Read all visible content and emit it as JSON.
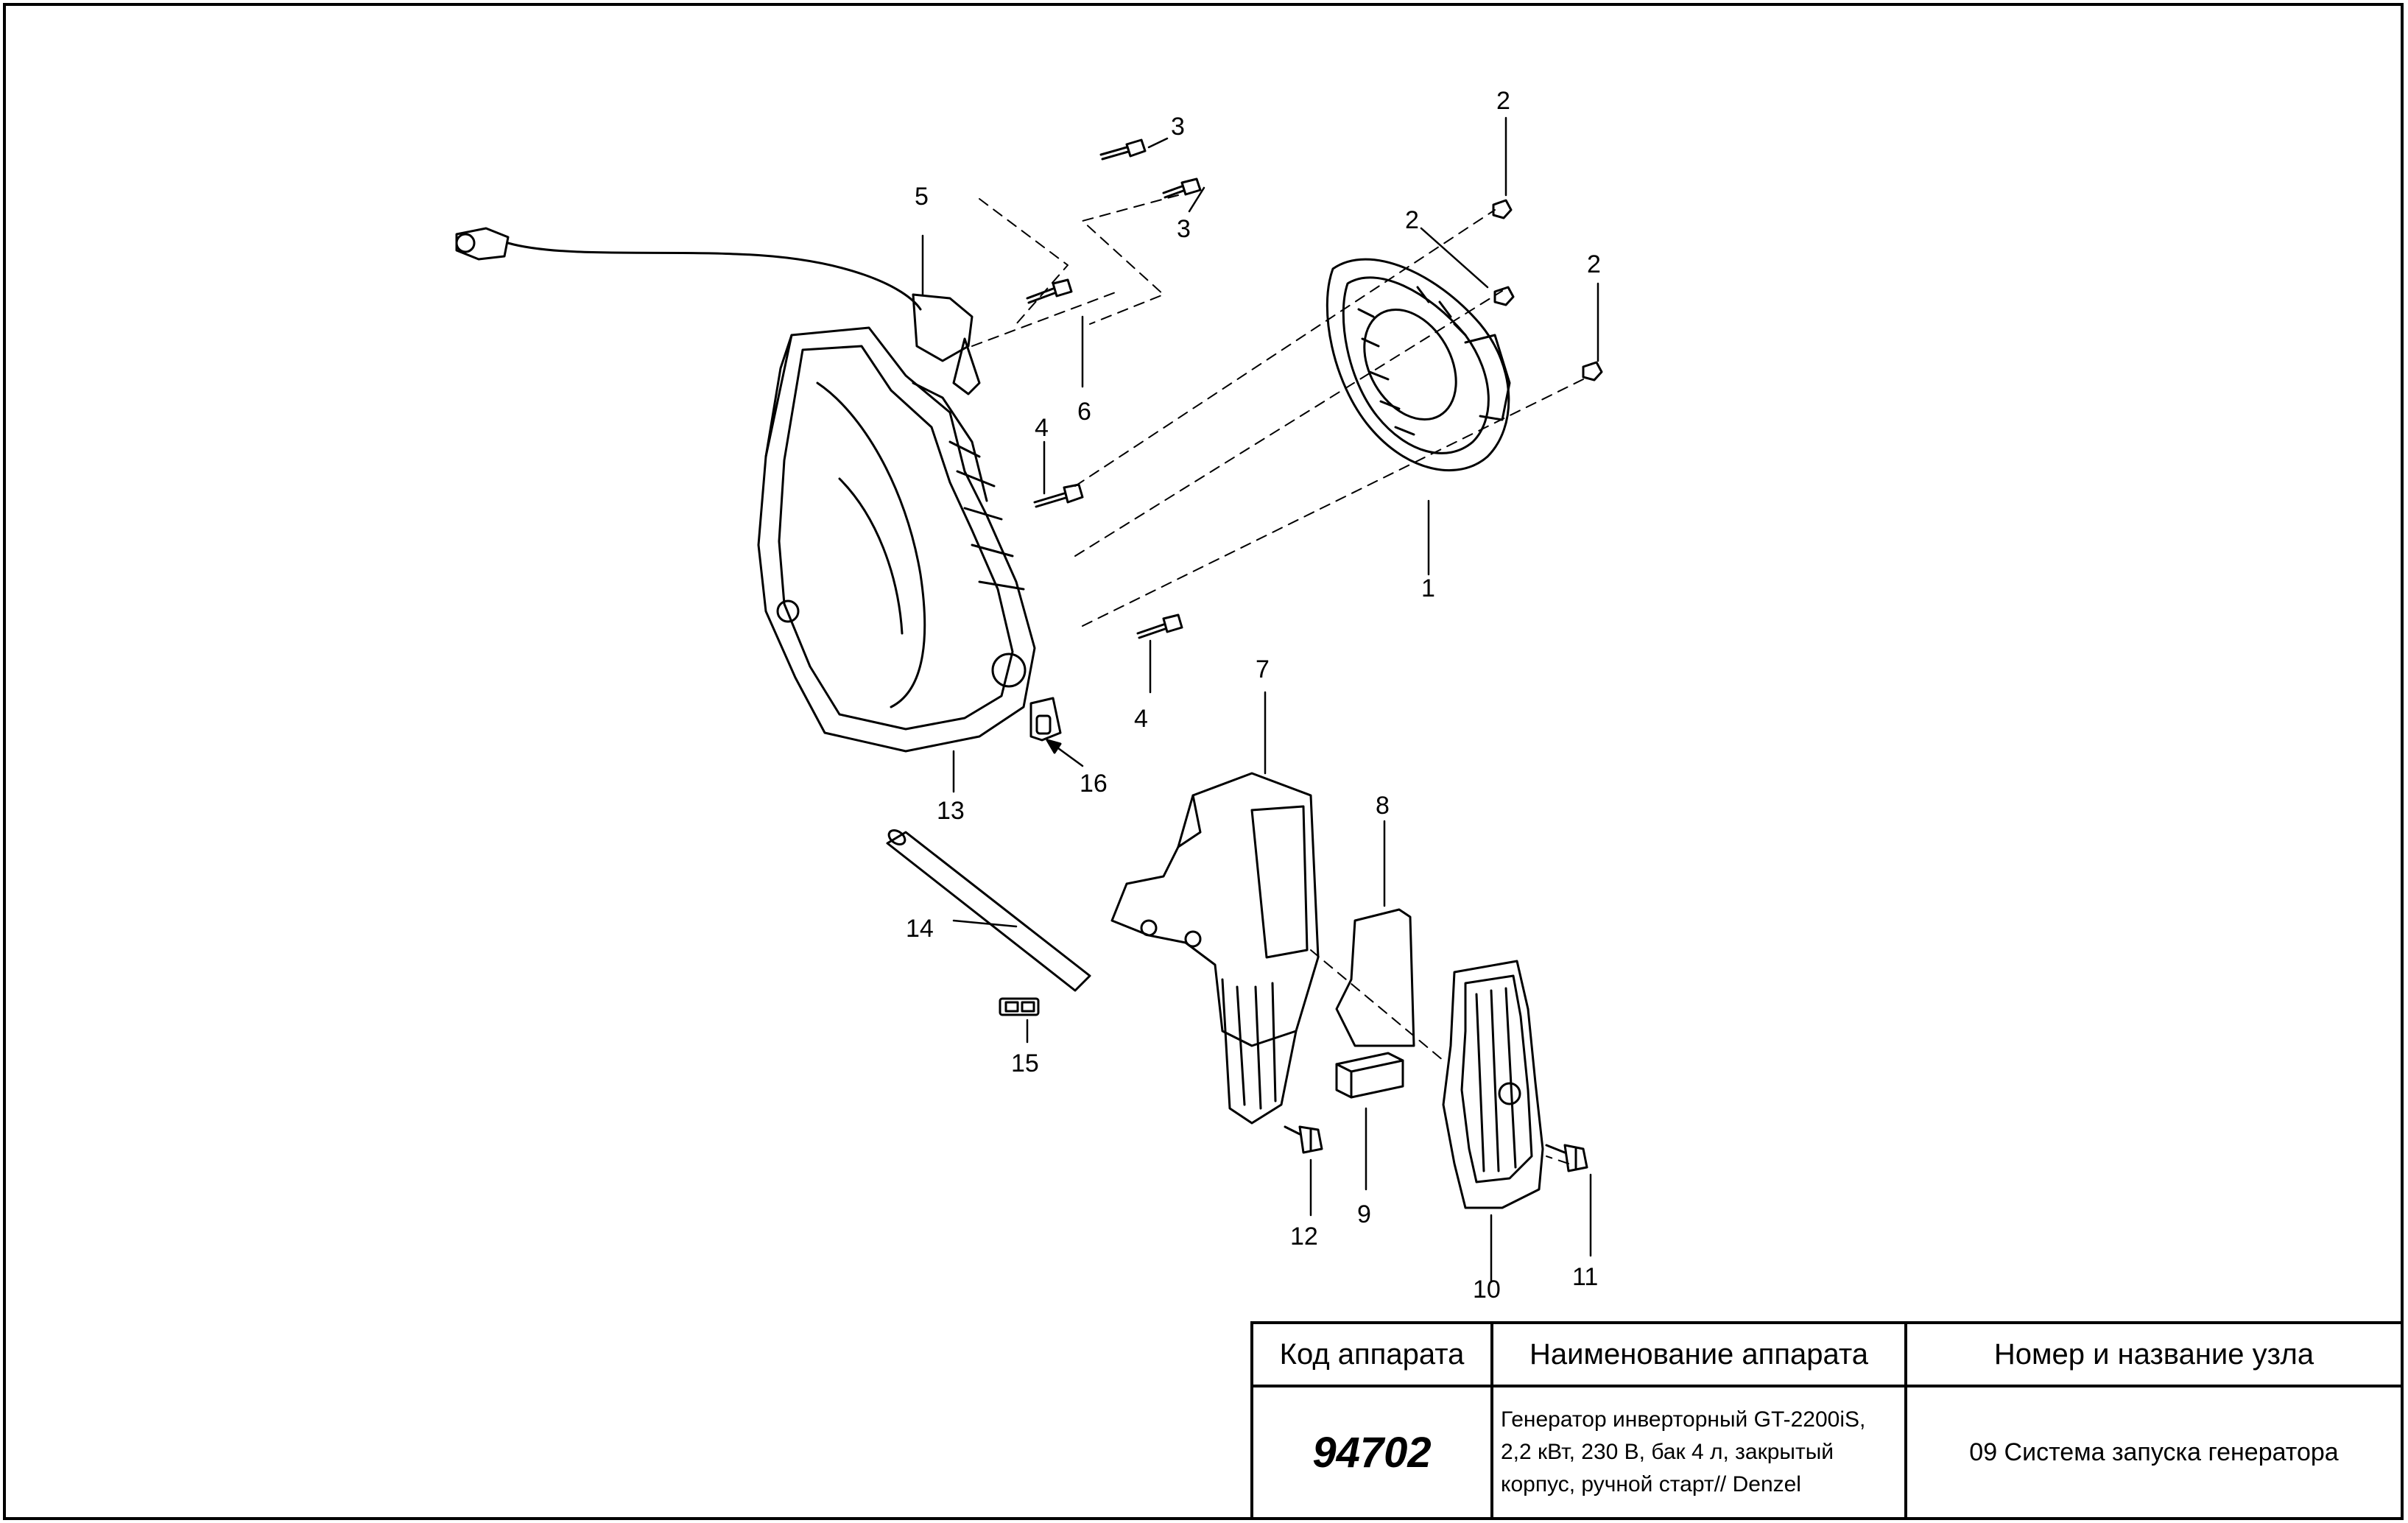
{
  "callouts": {
    "c1": "1",
    "c2a": "2",
    "c2b": "2",
    "c2c": "2",
    "c3a": "3",
    "c3b": "3",
    "c4a": "4",
    "c4b": "4",
    "c5": "5",
    "c6": "6",
    "c7": "7",
    "c8": "8",
    "c9": "9",
    "c10": "10",
    "c11": "11",
    "c12": "12",
    "c13": "13",
    "c14": "14",
    "c15": "15",
    "c16": "16"
  },
  "title_block": {
    "headers": {
      "code": "Код аппарата",
      "name": "Наименование аппарата",
      "node": "Номер и название узла"
    },
    "code": "94702",
    "name_lines": [
      "Генератор инверторный GT-2200iS,",
      "2,2 кВт, 230 В, бак 4 л, закрытый",
      "корпус, ручной старт// Denzel"
    ],
    "node": "09 Система запуска генератора"
  }
}
